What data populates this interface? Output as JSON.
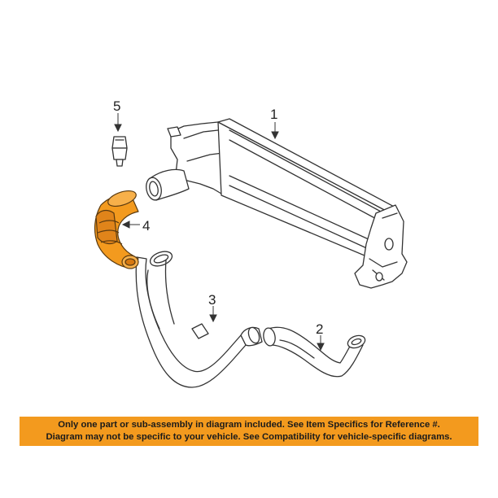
{
  "callouts": {
    "c1": "1",
    "c2": "2",
    "c3": "3",
    "c4": "4",
    "c5": "5"
  },
  "highlight_color": "#f39a1e",
  "line_color": "#333333",
  "banner": {
    "line1": "Only one part or sub-assembly in diagram included. See Item Specifics for Reference #.",
    "line2": "Diagram may not be specific to your vehicle. See Compatibility for vehicle-specific diagrams."
  }
}
